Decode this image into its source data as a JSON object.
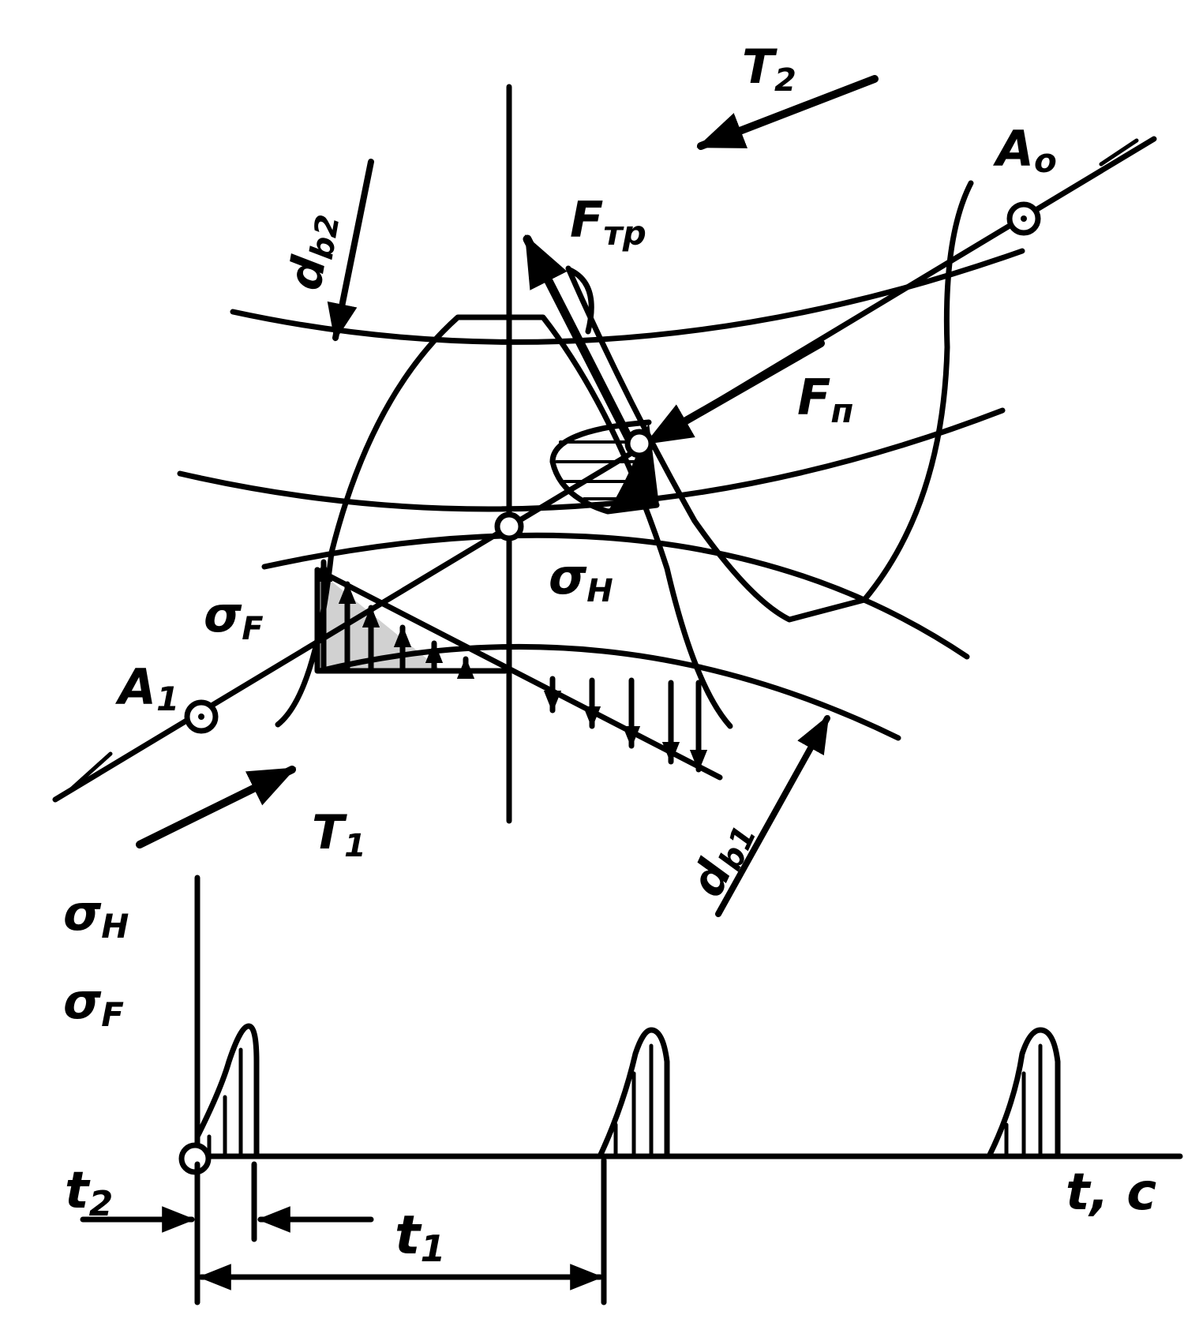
{
  "labels": {
    "T2": {
      "main": "T",
      "sub": "2"
    },
    "T1": {
      "main": "T",
      "sub": "1"
    },
    "A0": {
      "main": "A",
      "sub": "o"
    },
    "A1": {
      "main": "A",
      "sub": "1"
    },
    "Ftr": {
      "main": "F",
      "sub": "тр"
    },
    "Fn": {
      "main": "F",
      "sub": "п"
    },
    "db2": {
      "main": "d",
      "sub": "b2"
    },
    "db1": {
      "main": "d",
      "sub": "b1"
    },
    "sigmaH_top": {
      "main": "σ",
      "sub": "H"
    },
    "sigmaF_top": {
      "main": "σ",
      "sub": "F"
    },
    "sigmaH_axis": {
      "main": "σ",
      "sub": "H"
    },
    "sigmaF_axis": {
      "main": "σ",
      "sub": "F"
    },
    "t2": {
      "main": "t",
      "sub": "2"
    },
    "t1": {
      "main": "t",
      "sub": "1"
    },
    "time_axis": "t, c"
  }
}
